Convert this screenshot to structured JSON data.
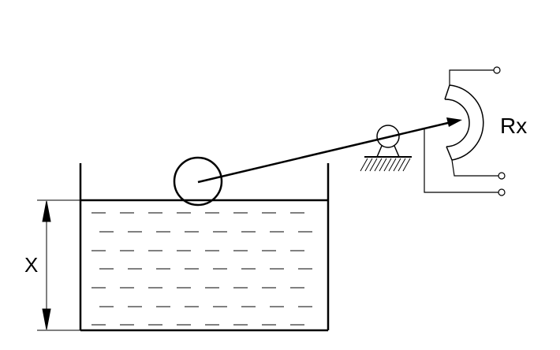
{
  "labels": {
    "level": "X",
    "resistor": "Rx"
  },
  "colors": {
    "stroke": "#000000",
    "background": "#ffffff"
  },
  "icons": {
    "float": "circle",
    "pivot": "circle-on-hatched-support",
    "resistor": "curved-arc-resistor",
    "terminals": "open-circle"
  }
}
